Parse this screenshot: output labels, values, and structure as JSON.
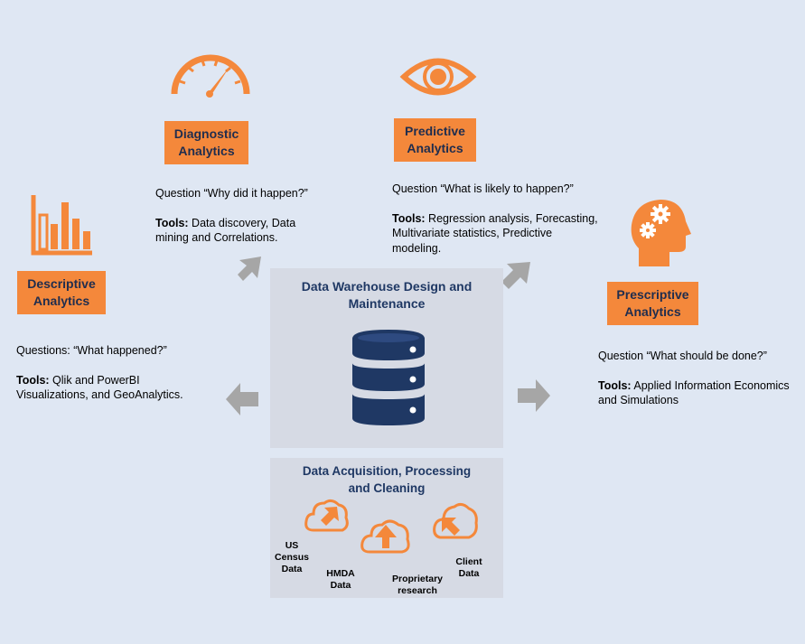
{
  "diagnostic": {
    "title_l1": "Diagnostic",
    "title_l2": "Analytics",
    "question": "Question  “Why did it happen?”",
    "tools_label": "Tools:",
    "tools_l1": " Data discovery,  Data",
    "tools_l2": "mining and Correlations."
  },
  "predictive": {
    "title_l1": "Predictive",
    "title_l2": "Analytics",
    "question": "Question  “What is likely to happen?”",
    "tools_label": "Tools:",
    "tools_l1": " Regression analysis, Forecasting,",
    "tools_l2": "Multivariate statistics, Predictive",
    "tools_l3": "modeling."
  },
  "descriptive": {
    "title_l1": "Descriptive",
    "title_l2": "Analytics",
    "question": "Questions:  “What happened?”",
    "tools_label": "Tools:",
    "tools_l1": " Qlik and PowerBI",
    "tools_l2": "Visualizations, and GeoAnalytics."
  },
  "prescriptive": {
    "title_l1": "Prescriptive",
    "title_l2": "Analytics",
    "question": "Question  “What should be done?”",
    "tools_label": "Tools:",
    "tools_l1": " Applied  Information Economics",
    "tools_l2": "and Simulations"
  },
  "warehouse": {
    "title_l1": "Data Warehouse Design and",
    "title_l2": "Maintenance"
  },
  "acquisition": {
    "title_l1": "Data Acquisition, Processing",
    "title_l2": "and Cleaning",
    "sources": [
      {
        "l1": "US",
        "l2": "Census",
        "l3": "Data"
      },
      {
        "l1": "HMDA",
        "l2": "Data"
      },
      {
        "l1": "Proprietary",
        "l2": "research"
      },
      {
        "l1": "Client",
        "l2": "Data"
      }
    ]
  },
  "colors": {
    "accent": "#f4883b",
    "navy": "#1f3864",
    "background": "#dfe7f3",
    "panel": "#d6dae4",
    "arrow": "#a6a6a6"
  },
  "icons": [
    "speedometer-icon",
    "eye-icon",
    "bar-chart-icon",
    "head-gears-icon",
    "database-icon",
    "cloud-upload-icon"
  ]
}
